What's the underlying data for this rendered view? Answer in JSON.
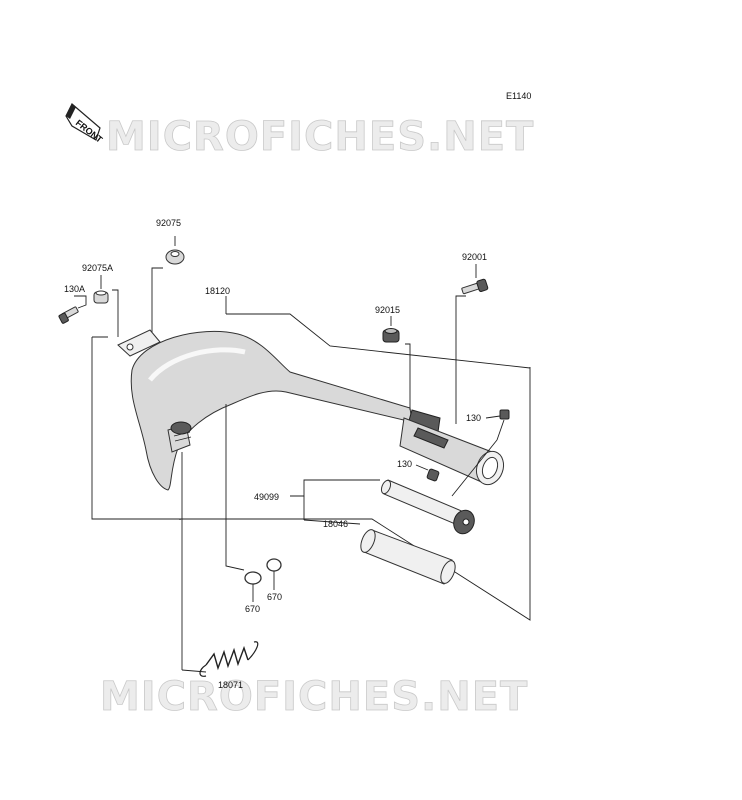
{
  "figure_code": "E1140",
  "front_badge": "FRONT",
  "watermark": "MICROFICHES.NET",
  "parts": {
    "p92075": "92075",
    "p92075A": "92075A",
    "p130A": "130A",
    "p18120": "18120",
    "p92001": "92001",
    "p92015": "92015",
    "p130_upper": "130",
    "p130_lower": "130",
    "p49099": "49099",
    "p18046": "18046",
    "p670_left": "670",
    "p670_right": "670",
    "p18071": "18071"
  }
}
